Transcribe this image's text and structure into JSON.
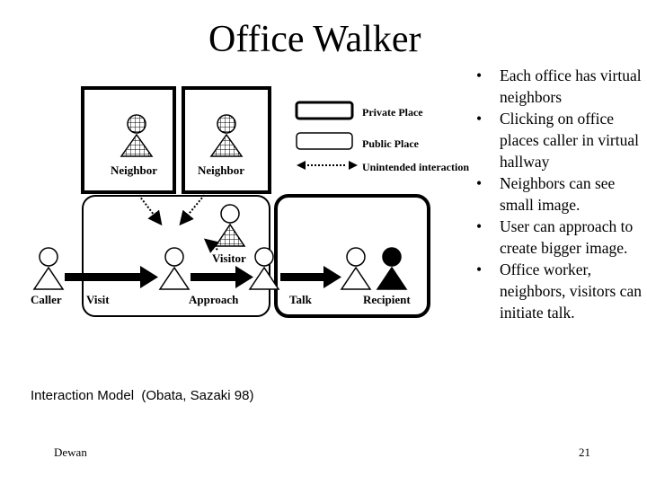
{
  "slide": {
    "title": "Office Walker",
    "bullets": [
      "Each office has virtual neighbors",
      "Clicking on office places caller in virtual hallway",
      "Neighbors can see small image.",
      "User can approach to create bigger image.",
      "Office worker, neighbors, visitors can initiate talk."
    ],
    "caption": "Interaction Model  (Obata, Sazaki 98)",
    "author": "Dewan",
    "page_number": "21",
    "bullet_glyph": "•"
  },
  "diagram": {
    "legend": {
      "private_place": "Private Place",
      "public_place": "Public Place",
      "unintended_interaction": "Unintended interaction"
    },
    "labels": {
      "neighbor_1": "Neighbor",
      "neighbor_2": "Neighbor",
      "visitor": "Visitor",
      "caller": "Caller",
      "visit": "Visit",
      "approach": "Approach",
      "talk": "Talk",
      "recipient": "Recipient"
    },
    "colors": {
      "stroke": "#000000",
      "fill": "#ffffff",
      "recipient": "#000000"
    }
  }
}
